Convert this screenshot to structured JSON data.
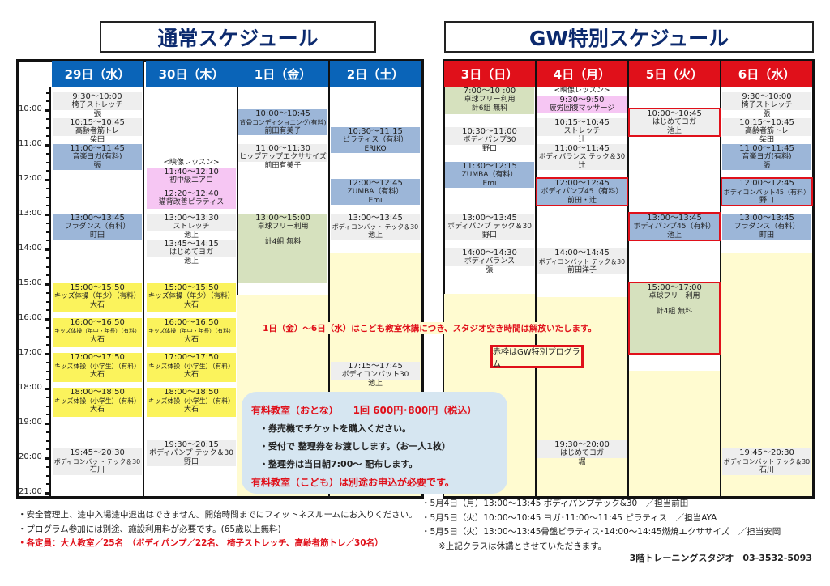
{
  "titles": {
    "normal": "通常スケジュール",
    "gw": "GW特別スケジュール"
  },
  "colors": {
    "normal_header": "#0a64b8",
    "gw_header": "#e0101a",
    "gray": "#eeeeee",
    "blue": "#9cb6d8",
    "pink": "#f6c6f3",
    "yellow": "#fbf35c",
    "green": "#d6e1be",
    "gw_border": "#e0101a"
  },
  "time_labels": [
    "10:00",
    "11:00",
    "12:00",
    "13:00",
    "14:00",
    "15:00",
    "16:00",
    "17:00",
    "18:00",
    "19:00",
    "20:00",
    "21:00"
  ],
  "days": [
    {
      "label": "29日（水）",
      "group": "normal",
      "events": [
        {
          "time": "9:30〜10:00",
          "title": "椅子ストレッチ",
          "who": "張",
          "start": 9.5,
          "end": 10,
          "color": "gray"
        },
        {
          "time": "10:15〜10:45",
          "title": "高齢者筋トレ",
          "who": "柴田",
          "start": 10.25,
          "end": 10.75,
          "color": "gray"
        },
        {
          "time": "11:00〜11:45",
          "title": "音楽ヨガ(有料)",
          "who": "張",
          "start": 11,
          "end": 11.75,
          "color": "blue"
        },
        {
          "time": "13:00〜13:45",
          "title": "フラダンス（有料）",
          "who": "町田",
          "start": 13,
          "end": 13.75,
          "color": "blue"
        },
        {
          "time": "15:00〜15:50",
          "title": "キッズ体操（年少）（有料）",
          "who": "大石",
          "start": 15,
          "end": 15.83,
          "color": "yellow"
        },
        {
          "time": "16:00〜16:50",
          "title": "キッズ体操（年中・年長）（有料）",
          "who": "大石",
          "start": 16,
          "end": 16.83,
          "color": "yellow"
        },
        {
          "time": "17:00〜17:50",
          "title": "キッズ体操（小学生）（有料）",
          "who": "大石",
          "start": 17,
          "end": 17.83,
          "color": "yellow"
        },
        {
          "time": "18:00〜18:50",
          "title": "キッズ体操（小学生）（有料）",
          "who": "大石",
          "start": 18,
          "end": 18.83,
          "color": "yellow"
        },
        {
          "time": "19:45〜20:30",
          "title": "ボディコンバット テック＆30",
          "who": "石川",
          "start": 19.75,
          "end": 20.5,
          "color": "gray"
        }
      ]
    },
    {
      "label": "30日（木）",
      "group": "normal",
      "events": [
        {
          "pre": "<映像レッスン>",
          "time": "11:40〜12:10",
          "title": "初中級エアロ",
          "who": "",
          "start": 11.67,
          "end": 12.3,
          "color": "pink"
        },
        {
          "time": "12:20〜12:40",
          "title": "猫背改善ピラティス",
          "who": "",
          "start": 12.3,
          "end": 12.85,
          "color": "pink"
        },
        {
          "time": "13:00〜13:30",
          "title": "ストレッチ",
          "who": "池上",
          "start": 13,
          "end": 13.5,
          "color": "gray"
        },
        {
          "time": "13:45〜14:15",
          "title": "はじめてヨガ",
          "who": "池上",
          "start": 13.75,
          "end": 14.25,
          "color": "gray"
        },
        {
          "time": "15:00〜15:50",
          "title": "キッズ体操（年少）（有料）",
          "who": "大石",
          "start": 15,
          "end": 15.83,
          "color": "yellow"
        },
        {
          "time": "16:00〜16:50",
          "title": "キッズ体操（年中・年長）（有料）",
          "who": "大石",
          "start": 16,
          "end": 16.83,
          "color": "yellow"
        },
        {
          "time": "17:00〜17:50",
          "title": "キッズ体操（小学生）（有料）",
          "who": "大石",
          "start": 17,
          "end": 17.83,
          "color": "yellow"
        },
        {
          "time": "18:00〜18:50",
          "title": "キッズ体操（小学生）（有料）",
          "who": "大石",
          "start": 18,
          "end": 18.83,
          "color": "yellow"
        },
        {
          "time": "19:30〜20:15",
          "title": "ボディパンプ テック＆30",
          "who": "野口",
          "start": 19.5,
          "end": 20.25,
          "color": "gray"
        }
      ]
    },
    {
      "label": "1日（金）",
      "group": "normal",
      "events": [
        {
          "time": "10:00〜10:45",
          "title": "背骨コンディショニング(有料)",
          "who": "前田有美子",
          "start": 10,
          "end": 10.75,
          "color": "blue"
        },
        {
          "time": "11:00〜11:30",
          "title": "ヒップアップエクササイズ",
          "who": "前田有美子",
          "start": 11,
          "end": 11.5,
          "color": "gray"
        },
        {
          "time": "13:00〜15:00",
          "title": "卓球フリー利用",
          "who": "計4組 無料",
          "start": 13,
          "end": 15,
          "color": "green"
        }
      ]
    },
    {
      "label": "2日（土）",
      "group": "normal",
      "events": [
        {
          "time": "10:30〜11:15",
          "title": "ピラティス（有料）",
          "who": "ERIKO",
          "start": 10.5,
          "end": 11.25,
          "color": "blue"
        },
        {
          "time": "12:00〜12:45",
          "title": "ZUMBA（有料）",
          "who": "Emi",
          "start": 12,
          "end": 12.75,
          "color": "blue"
        },
        {
          "time": "13:00〜13:45",
          "title": "ボディコンバット テック＆30",
          "who": "池上",
          "start": 13,
          "end": 13.75,
          "color": "gray"
        },
        {
          "time": "17:15〜17:45",
          "title": "ボディコンバット30",
          "who": "池上",
          "start": 17.25,
          "end": 17.75,
          "color": "gray"
        }
      ]
    },
    {
      "label": "3日（日）",
      "group": "gw",
      "events": [
        {
          "time": "7:00〜10 :00",
          "title": "卓球フリー利用",
          "who": "計6組 無料",
          "start": 9.35,
          "end": 10.15,
          "color": "green"
        },
        {
          "time": "10:30〜11:00",
          "title": "ボディパンプ30",
          "who": "野口",
          "start": 10.5,
          "end": 11,
          "color": "gray"
        },
        {
          "time": "11:30〜12:15",
          "title": "ZUMBA（有料）",
          "who": "Emi",
          "start": 11.5,
          "end": 12.25,
          "color": "blue"
        },
        {
          "time": "13:00〜13:45",
          "title": "ボディパンプ テック＆30",
          "who": "野口",
          "start": 13,
          "end": 13.75,
          "color": "gray"
        },
        {
          "time": "14:00〜14:30",
          "title": "ボディバランス",
          "who": "張",
          "start": 14,
          "end": 14.5,
          "color": "gray"
        }
      ]
    },
    {
      "label": "4日（月）",
      "group": "gw",
      "events": [
        {
          "pre": "<映像レッスン>",
          "time": "9:30〜9:50",
          "title": "疲労回復マッサージ",
          "who": "",
          "start": 9.6,
          "end": 10.0,
          "color": "pink"
        },
        {
          "time": "10:15〜10:45",
          "title": "ストレッチ",
          "who": "辻",
          "start": 10.25,
          "end": 10.75,
          "color": "gray"
        },
        {
          "time": "11:00〜11:45",
          "title": "ボディバランス テック＆30",
          "who": "辻",
          "start": 11,
          "end": 11.75,
          "color": "gray"
        },
        {
          "time": "12:00〜12:45",
          "title": "ボディパンプ45（有料）",
          "who": "前田・辻",
          "start": 12,
          "end": 12.75,
          "color": "blue",
          "gw": true
        },
        {
          "time": "14:00〜14:45",
          "title": "ボディコンバット テック＆30",
          "who": "前田洋子",
          "start": 14,
          "end": 14.75,
          "color": "gray"
        },
        {
          "time": "19:30〜20:00",
          "title": "はじめてヨガ",
          "who": "堀",
          "start": 19.5,
          "end": 20,
          "color": "gray"
        }
      ]
    },
    {
      "label": "5日（火）",
      "group": "gw",
      "events": [
        {
          "time": "10:00〜10:45",
          "title": "はじめてヨガ",
          "who": "池上",
          "start": 10,
          "end": 10.75,
          "color": "gray",
          "gw": true
        },
        {
          "time": "13:00〜13:45",
          "title": "ボディパンプ45（有料）",
          "who": "池上",
          "start": 13,
          "end": 13.75,
          "color": "blue",
          "gw": true
        },
        {
          "time": "15:00〜17:00",
          "title": "卓球フリー利用",
          "who": "計4組 無料",
          "start": 15,
          "end": 17,
          "color": "green",
          "gw": true
        }
      ]
    },
    {
      "label": "6日（水）",
      "group": "gw",
      "events": [
        {
          "time": "9:30〜10:00",
          "title": "椅子ストレッチ",
          "who": "張",
          "start": 9.5,
          "end": 10,
          "color": "gray"
        },
        {
          "time": "10:15〜10:45",
          "title": "高齢者筋トレ",
          "who": "柴田",
          "start": 10.25,
          "end": 10.75,
          "color": "gray"
        },
        {
          "time": "11:00〜11:45",
          "title": "音楽ヨガ(有料)",
          "who": "張",
          "start": 11,
          "end": 11.75,
          "color": "blue"
        },
        {
          "time": "12:00〜12:45",
          "title": "ボディコンバット45（有料）",
          "who": "野口",
          "start": 12,
          "end": 12.75,
          "color": "blue",
          "gw": true
        },
        {
          "time": "13:00〜13:45",
          "title": "フラダンス（有料）",
          "who": "町田",
          "start": 13,
          "end": 13.75,
          "color": "blue"
        },
        {
          "time": "19:45〜20:30",
          "title": "ボディコンバット テック＆30",
          "who": "石川",
          "start": 19.75,
          "end": 20.5,
          "color": "gray"
        }
      ]
    }
  ],
  "notice": "1日（金）〜6日（水）はこども教室休講につき、スタジオ空き時間は解放いたします。",
  "legend": "赤枠はGW特別プログラム",
  "info": {
    "heading": "有料教室（おとな）　　1回 600円･800円（税込）",
    "l1": "・券売機でチケットを購入ください。",
    "l2": "・受付で 整理券をお渡しします。（お一人1枚）",
    "l3": "・整理券は当日朝7:00〜 配布します。",
    "kids": "有料教室（こども）は別途お申込が必要です。"
  },
  "notes_left": [
    "・安全管理上、途中入場途中退出はできません。開始時間までにフィットネスルームにお入りください。",
    "・プログラム参加には別途、施設利用料が必要です。(65歳以上無料)",
    "・各定員：大人教室／25名　（ボディパンプ／22名、 椅子ストレッチ、高齢者筋トレ／30名）"
  ],
  "notes_right": [
    "・5月4日（月）13:00〜13:45 ボディパンプテック&30　／担当前田",
    "・5月5日（火）10:00〜10:45 ヨガ･11:00〜11:45 ピラティス　／担当AYA",
    "・5月5日（火）13:00〜13:45骨盤ピラティス･14:00〜14:45燃焼エクササイズ　／担当安岡",
    "　　※上記クラスは休講とさせていただきます。"
  ],
  "footer": "3階トレーニングスタジオ　03-3532-5093"
}
